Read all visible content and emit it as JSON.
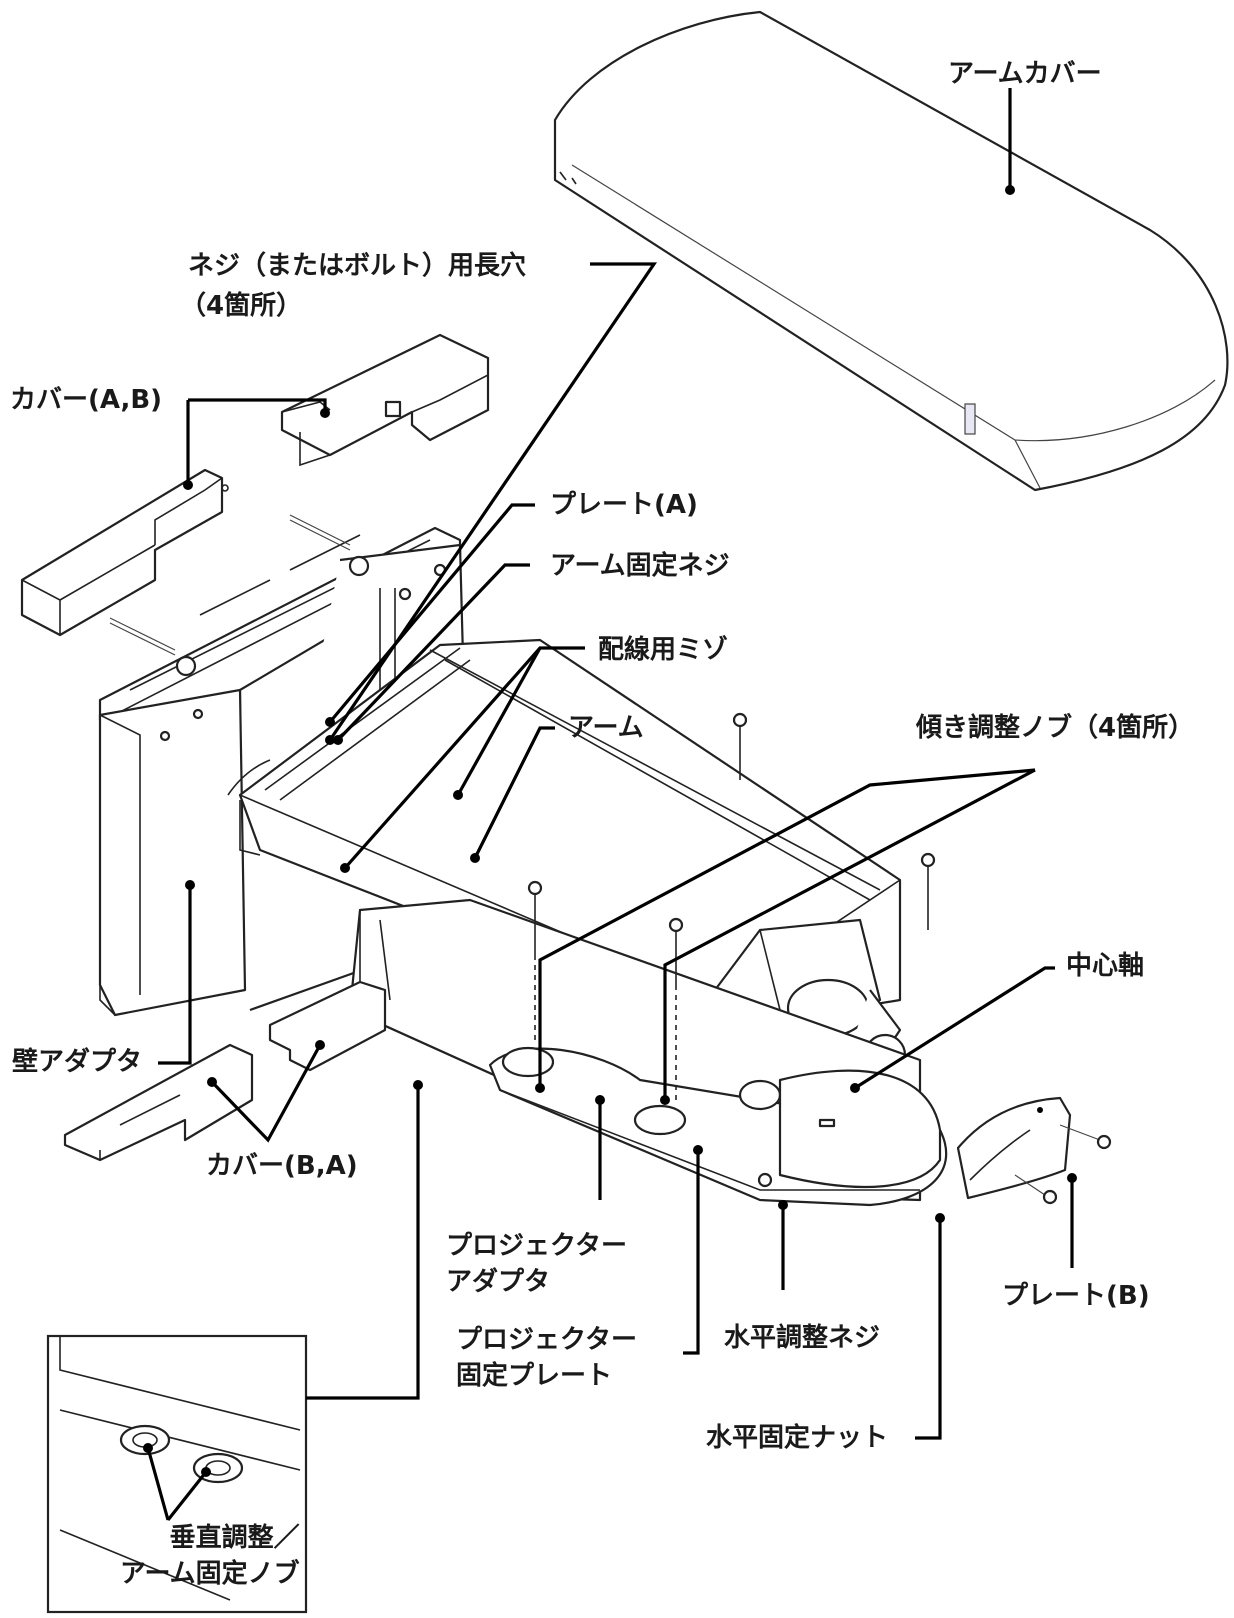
{
  "labels": {
    "arm_cover": "アームカバー",
    "screw_slot": "ネジ（またはボルト）用長穴",
    "screw_slot_count": "（4箇所）",
    "cover_ab": "カバー(A,B)",
    "plate_a": "プレート(A)",
    "arm_fix_screw": "アーム固定ネジ",
    "wiring_groove": "配線用ミゾ",
    "arm": "アーム",
    "tilt_knob": "傾き調整ノブ（4箇所）",
    "center_axis": "中心軸",
    "wall_adapter": "壁アダプタ",
    "cover_ba": "カバー(B,A)",
    "projector_adapter": "プロジェクター\nアダプタ",
    "projector_fix_plate": "プロジェクター\n固定プレート",
    "horizontal_adjust_screw": "水平調整ネジ",
    "plate_b": "プレート(B)",
    "horizontal_fix_nut": "水平固定ナット",
    "vertical_knob": "垂直調整／\nアーム固定ノブ"
  }
}
